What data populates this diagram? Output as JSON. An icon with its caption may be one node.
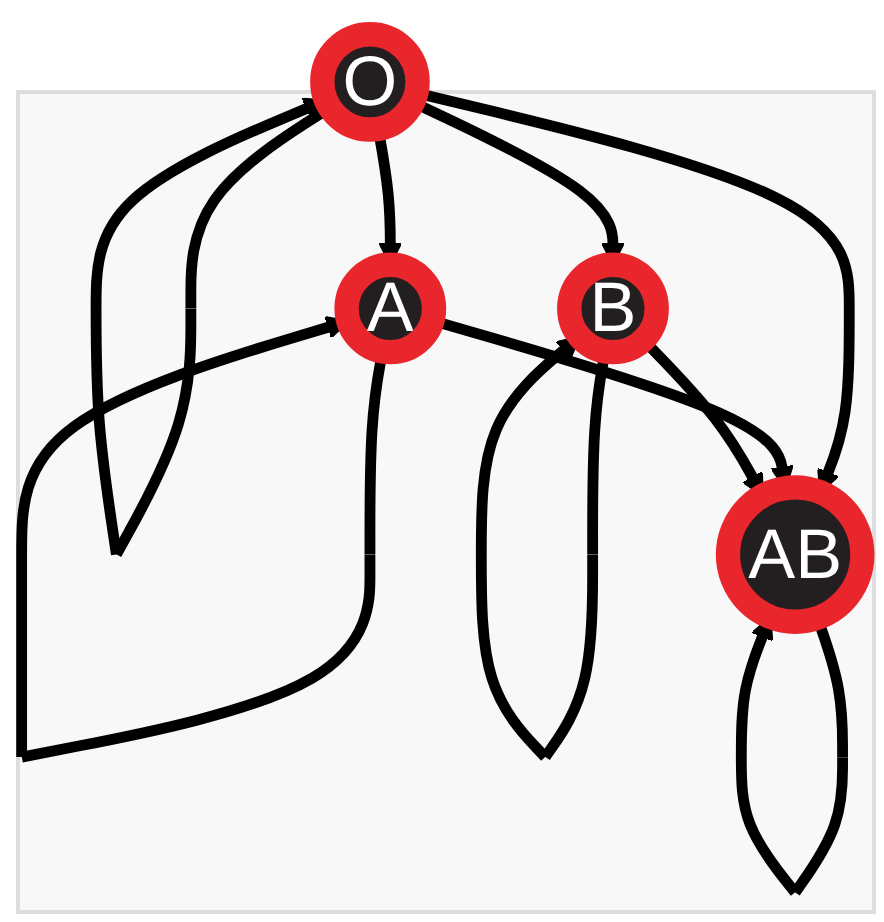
{
  "diagram": {
    "nodes": [
      {
        "text": [
          "O"
        ]
      },
      {
        "text": [
          "A"
        ]
      },
      {
        "text": [
          "B"
        ]
      },
      {
        "text": [
          "AB"
        ]
      }
    ],
    "edges": [
      {
        "from": 0,
        "to": 0,
        "arrow": "to"
      },
      {
        "from": 0,
        "to": 1,
        "arrow": "to"
      },
      {
        "from": 0,
        "to": 3,
        "arrow": "to"
      },
      {
        "from": 0,
        "to": 2,
        "arrow": "to"
      },
      {
        "from": 1,
        "to": 1,
        "arrow": "to"
      },
      {
        "from": 1,
        "to": 3,
        "arrow": "to"
      },
      {
        "from": 2,
        "to": 2,
        "arrow": "to"
      },
      {
        "from": 2,
        "to": 3,
        "arrow": "to"
      },
      {
        "from": 3,
        "to": 3,
        "arrow": "to"
      }
    ]
  }
}
